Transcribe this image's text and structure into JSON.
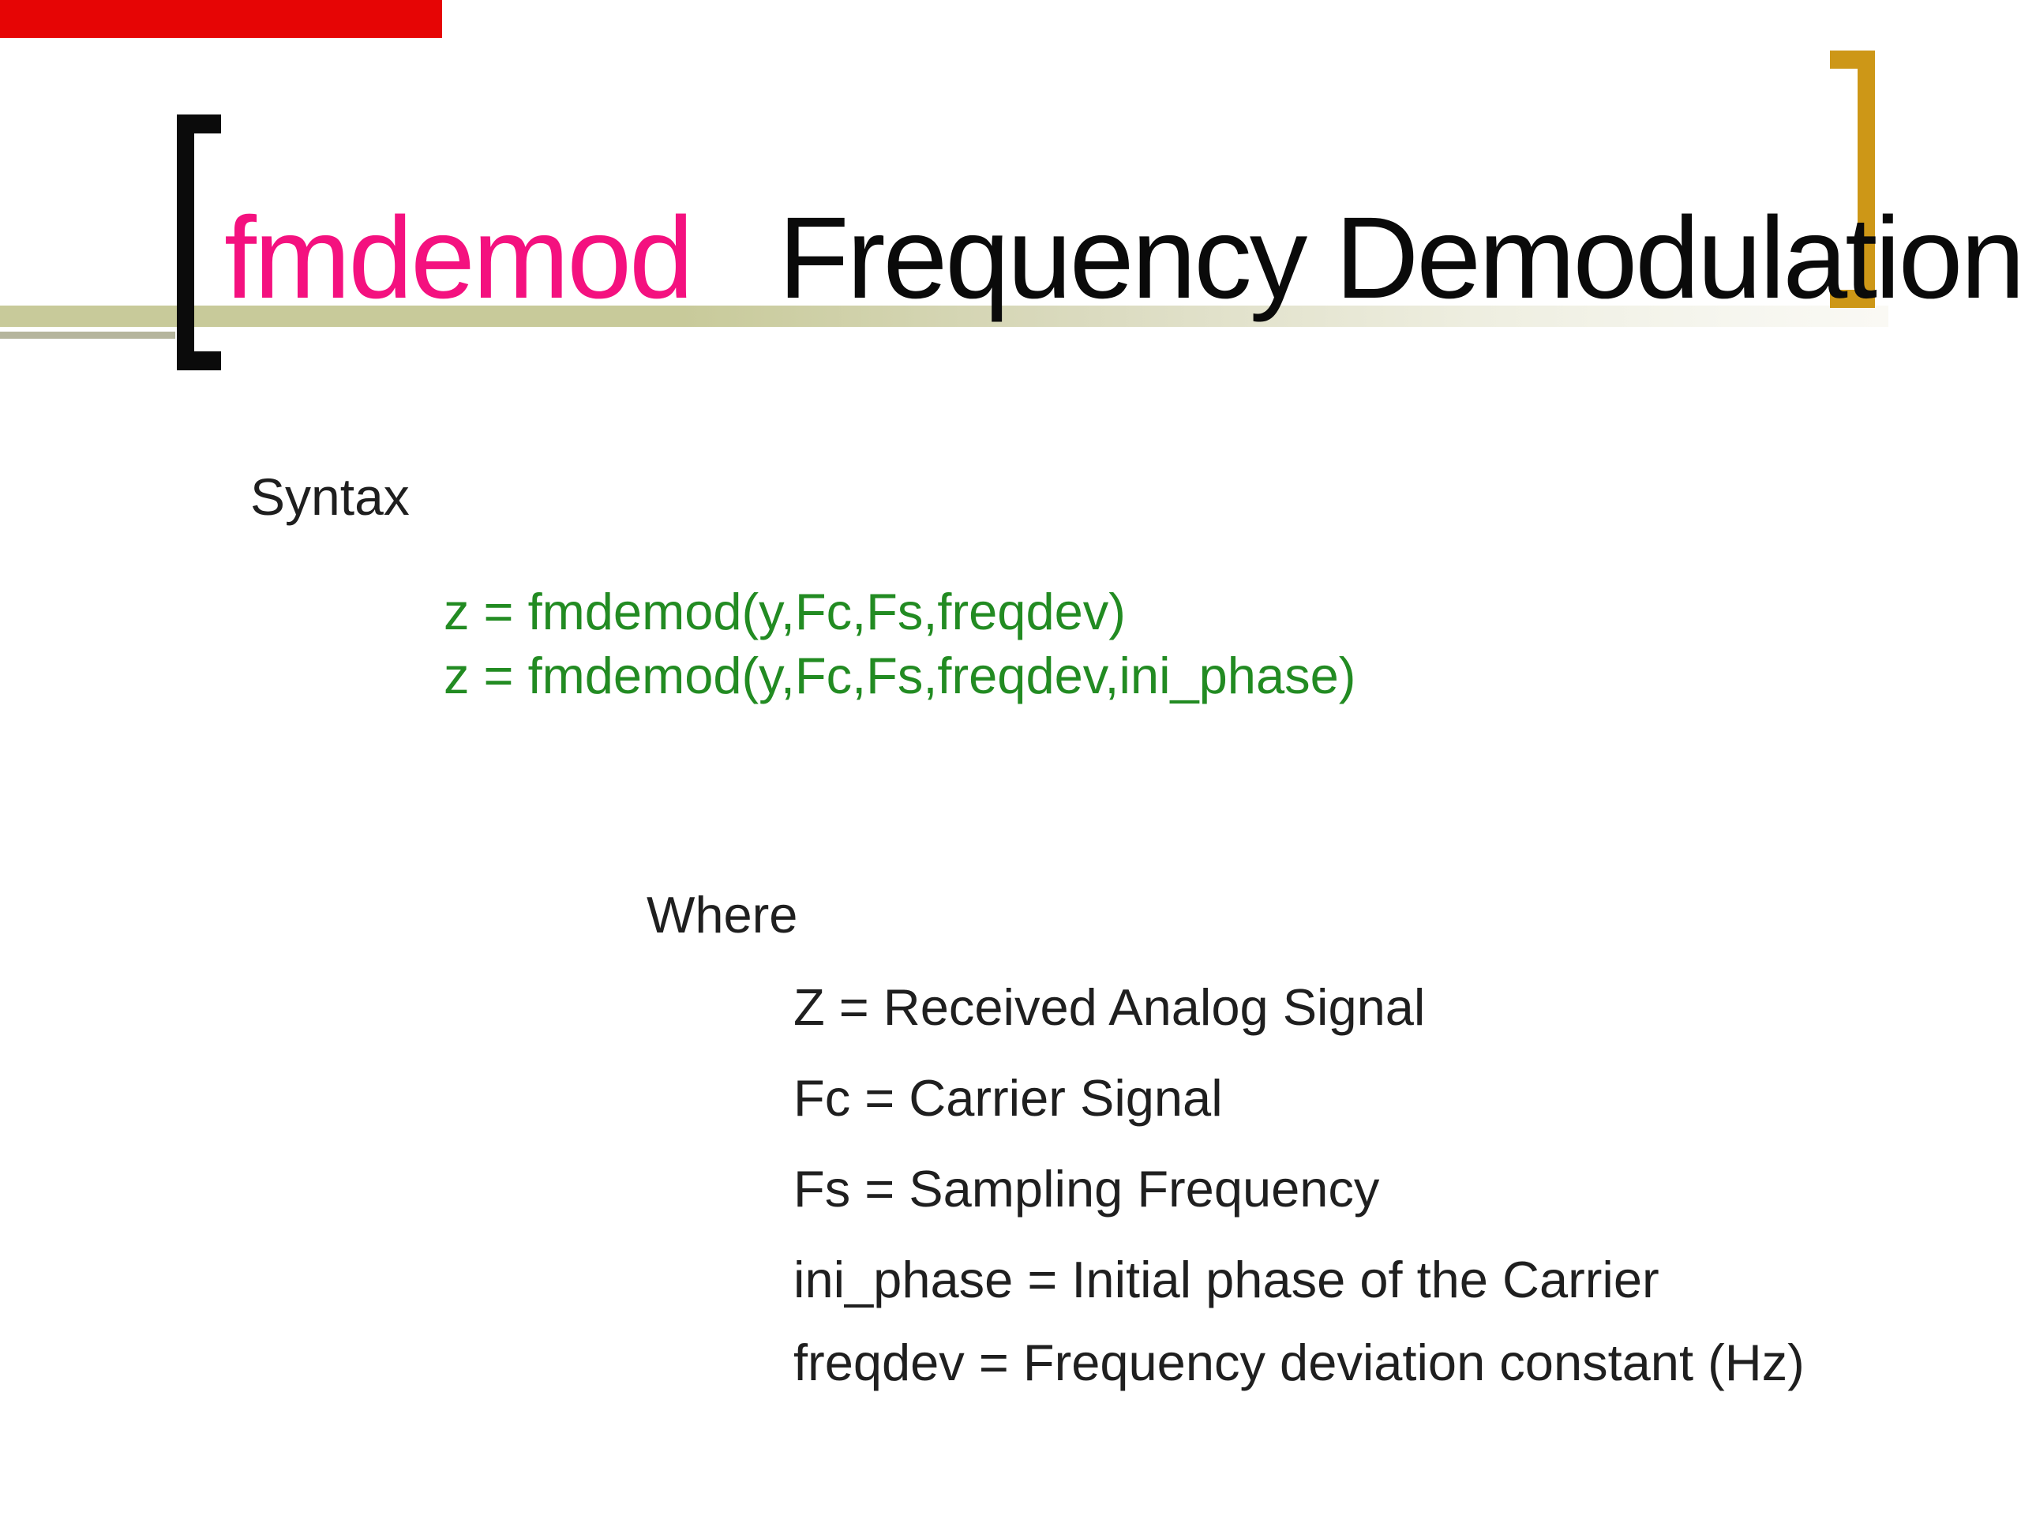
{
  "slide": {
    "title": {
      "keyword": "fmdemod",
      "rest": "Frequency Demodulation"
    },
    "syntax_label": "Syntax",
    "code_lines": [
      "z = fmdemod(y,Fc,Fs,freqdev)",
      "z = fmdemod(y,Fc,Fs,freqdev,ini_phase)"
    ],
    "where_label": "Where",
    "definitions": [
      "Z = Received Analog Signal",
      "Fc = Carrier Signal",
      "Fs = Sampling Frequency",
      "ini_phase = Initial phase of the Carrier",
      "freqdev = Frequency deviation constant (Hz)"
    ],
    "colors": {
      "keyword_pink": "#f4117f",
      "code_green": "#228b22",
      "bracket_gold": "#cd9717",
      "bracket_black": "#0b0b0b",
      "accent_olive": "#c8ca9a",
      "red_bar": "#e60505",
      "body_text": "#1f1f1f",
      "title_black": "#0a0a0a"
    }
  }
}
